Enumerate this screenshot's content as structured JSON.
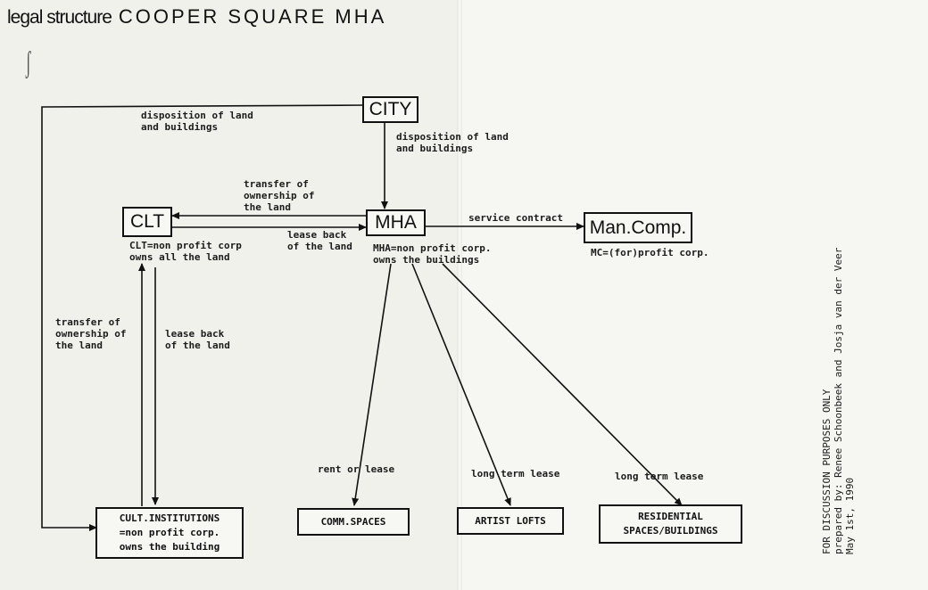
{
  "title": {
    "left": "legal structure",
    "right": "COOPER SQUARE MHA"
  },
  "boxes": {
    "city": "CITY",
    "clt": "CLT",
    "mha": "MHA",
    "mancomp": "Man.Comp.",
    "cult": "CULT.INSTITUTIONS\n=non profit corp.\nowns the building",
    "comm": "COMM.SPACES",
    "artist": "ARTIST LOFTS",
    "residential": "RESIDENTIAL\nSPACES/BUILDINGS"
  },
  "labels": {
    "disp_left": "disposition of land\nand buildings",
    "disp_right": "disposition of land\nand buildings",
    "transfer_top": "transfer of\nownership of\nthe land",
    "lease_back_mid": "lease back\nof the land",
    "service": "service contract",
    "clt_desc": "CLT=non profit corp\nowns all the land",
    "mha_desc": "MHA=non profit corp.\nowns the buildings",
    "mc_desc": "MC=(for)profit corp.",
    "transfer_left": "transfer of\nownership of\nthe land",
    "lease_back_left": "lease back\nof the land",
    "rent": "rent or lease",
    "long1": "long term lease",
    "long2": "long term lease"
  },
  "side_note": {
    "line1": "FOR DISCUSSION PURPOSES ONLY",
    "line2": "prepared by: Renee Schoonbeek and Josja van der Veer",
    "line3": "May 1st, 1990"
  }
}
